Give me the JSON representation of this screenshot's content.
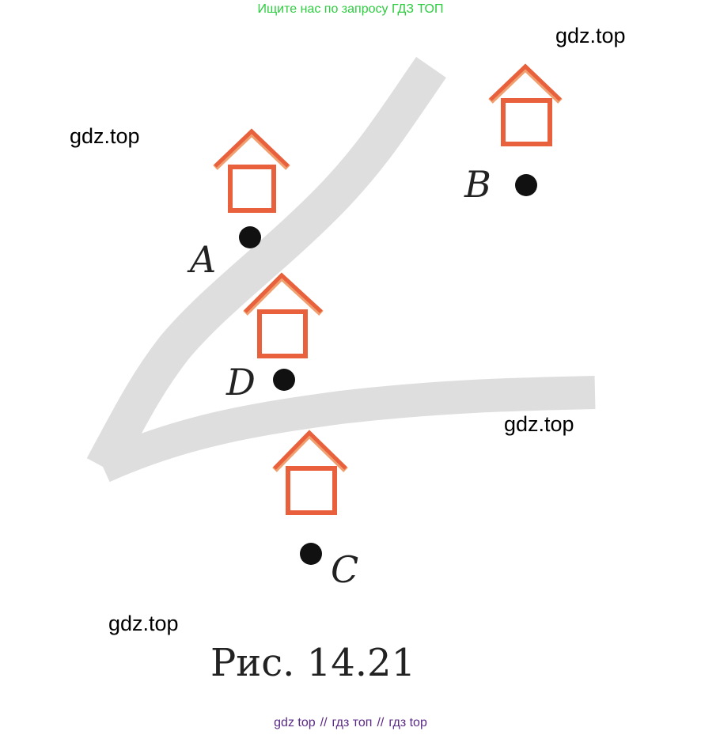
{
  "banner": {
    "text": "Ищите нас по запросу ГДЗ ТОП"
  },
  "watermarks": [
    "gdz.top",
    "gdz.top",
    "gdz.top",
    "gdz.top"
  ],
  "figure": {
    "points": [
      {
        "id": "A",
        "label": "A"
      },
      {
        "id": "B",
        "label": "B"
      },
      {
        "id": "C",
        "label": "C"
      },
      {
        "id": "D",
        "label": "D"
      }
    ],
    "caption": "Рис. 14.21",
    "colors": {
      "house": "#e8603c",
      "house_roof_shadow": "#f0a070",
      "road": "#dedede",
      "point": "#111111"
    }
  },
  "footer": {
    "links": [
      "gdz top",
      "гдз топ",
      "гдз top"
    ],
    "separator": "//"
  }
}
